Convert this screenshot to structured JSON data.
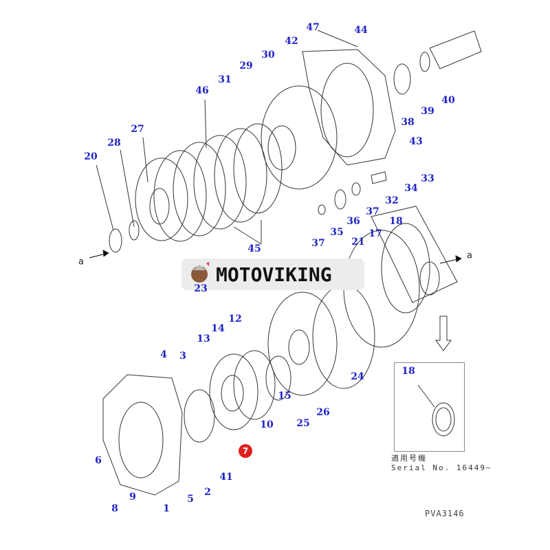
{
  "watermark": {
    "brand": "MOTOVIKING"
  },
  "callouts": [
    "47",
    "44",
    "42",
    "30",
    "29",
    "31",
    "46",
    "27",
    "28",
    "20",
    "40",
    "39",
    "38",
    "43",
    "33",
    "34",
    "32",
    "37",
    "36",
    "35",
    "37",
    "18",
    "17",
    "21",
    "45",
    "23",
    "12",
    "14",
    "13",
    "4",
    "3",
    "24",
    "15",
    "26",
    "25",
    "10",
    "6",
    "41",
    "5",
    "2",
    "9",
    "1",
    "8"
  ],
  "arrow_labels": [
    "a",
    "a"
  ],
  "reference_marker": "7",
  "inset": {
    "callout": "18",
    "applicable_label": "適用号機",
    "serial": "Serial No. 16449~"
  },
  "drawing_code": "PVA3146",
  "colors": {
    "callout": "#1f22c8",
    "marker": "#e02020"
  }
}
